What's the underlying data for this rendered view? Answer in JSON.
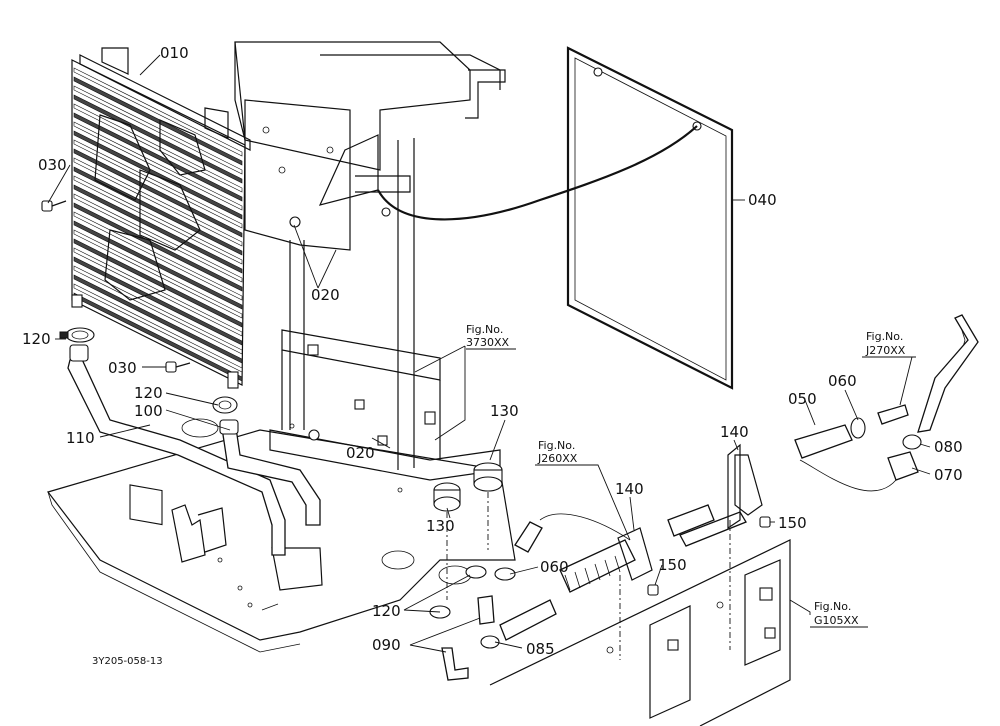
{
  "part_labels": {
    "p010": "010",
    "p020_top": "020",
    "p020_bottom": "020",
    "p030_top": "030",
    "p030_mid": "030",
    "p040": "040",
    "p050": "050",
    "p060_top": "060",
    "p060_bottom": "060",
    "p070": "070",
    "p080": "080",
    "p085": "085",
    "p090": "090",
    "p100": "100",
    "p110": "110",
    "p120_top": "120",
    "p120_mid": "120",
    "p120_bottom": "120",
    "p130_right": "130",
    "p130_left": "130",
    "p140_right": "140",
    "p140_left": "140",
    "p150_right": "150",
    "p150_left": "150"
  },
  "figure_refs": {
    "ref1": {
      "line1": "Fig.No.",
      "line2": "3730XX"
    },
    "ref2": {
      "line1": "Fig.No.",
      "line2": "J270XX"
    },
    "ref3": {
      "line1": "Fig.No.",
      "line2": "J260XX"
    },
    "ref4": {
      "line1": "Fig.No.",
      "line2": "G105XX"
    }
  },
  "drawing_code": "3Y205-058-13",
  "colors": {
    "ink": "#111111",
    "paper": "#ffffff"
  }
}
